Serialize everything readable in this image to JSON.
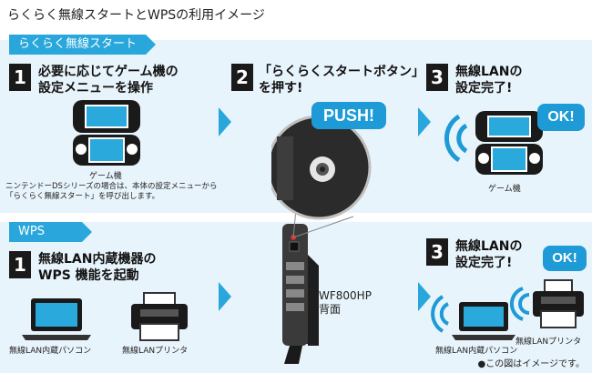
{
  "title": "らくらく無線スタートとWPSの利用イメージ",
  "section_easy": {
    "tag": "らくらく無線スタート",
    "step1": {
      "num": "1",
      "line1": "必要に応じてゲーム機の",
      "line2": "設定メニューを操作",
      "device_caption": "ゲーム機",
      "note_line1": "ニンテンドーDSシリーズの場合は、本体の設定メニューから",
      "note_line2": "「らくらく無線スタート」を呼び出します。"
    },
    "step2": {
      "num": "2",
      "line1": "「らくらくスタートボタン」",
      "line2": "を押す!",
      "push_label": "PUSH!"
    },
    "step3": {
      "num": "3",
      "line1": "無線LANの",
      "line2": "設定完了!",
      "ok_label": "OK!",
      "device_caption": "ゲーム機"
    }
  },
  "section_wps": {
    "tag": "WPS",
    "step1": {
      "num": "1",
      "line1": "無線LAN内蔵機器の",
      "line2": "WPS 機能を起動",
      "pc_caption": "無線LAN内蔵パソコン",
      "printer_caption": "無線LANプリンタ"
    },
    "router": {
      "model": "WF800HP",
      "side": "背面"
    },
    "step3": {
      "num": "3",
      "line1": "無線LANの",
      "line2": "設定完了!",
      "ok_label": "OK!",
      "pc_caption": "無線LAN内蔵パソコン",
      "printer_caption": "無線LANプリンタ"
    }
  },
  "footnote": "●この図はイメージです。",
  "colors": {
    "accent": "#29a7dd",
    "band": "#e8f4fb",
    "bubble": "#1e9ad6",
    "device_dark": "#1a1a1a",
    "screen": "#2aa9dc"
  }
}
